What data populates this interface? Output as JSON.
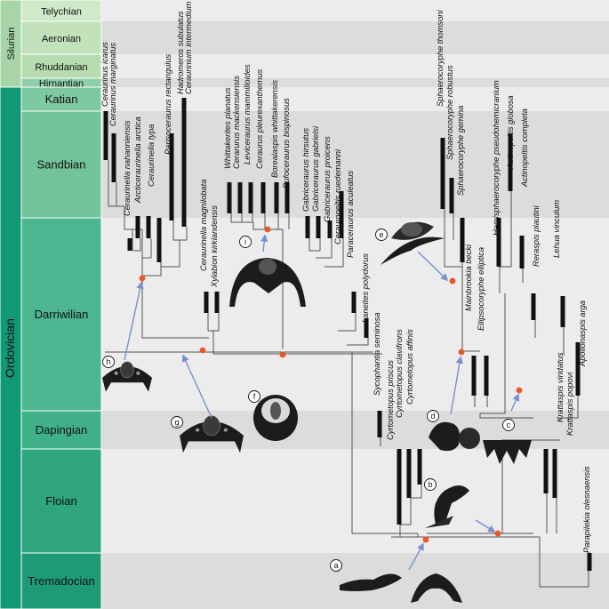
{
  "periods": [
    {
      "id": "silurian",
      "label": "Silurian",
      "color": "#a8d5a8"
    },
    {
      "id": "ordovician",
      "label": "Ordovician",
      "color": "#119874"
    }
  ],
  "stages": [
    {
      "id": "telychian",
      "label": "Telychian",
      "color": "#cfe9c9"
    },
    {
      "id": "aeronian",
      "label": "Aeronian",
      "color": "#c2e2bc"
    },
    {
      "id": "rhuddanian",
      "label": "Rhuddanian",
      "color": "#b6dcb0"
    },
    {
      "id": "hirnantian",
      "label": "Hirnantian",
      "color": "#8ccfa8"
    },
    {
      "id": "katian",
      "label": "Katian",
      "color": "#7fc9a1"
    },
    {
      "id": "sandbian",
      "label": "Sandbian",
      "color": "#73c39a"
    },
    {
      "id": "darriwilian",
      "label": "Darriwilian",
      "color": "#4db690"
    },
    {
      "id": "dapingian",
      "label": "Dapingian",
      "color": "#40b089"
    },
    {
      "id": "floian",
      "label": "Floian",
      "color": "#2fa67e"
    },
    {
      "id": "tremadocian",
      "label": "Tremadocian",
      "color": "#1e9b76"
    }
  ],
  "taxa": [
    "Ceraurinus icarus",
    "Ceraurinus marginatus",
    "Ceraurinella nahanniensis",
    "Arcticeraurinella arctica",
    "Ceraurinella typa",
    "Parisoceraurus rectangulus",
    "Hadromeros subulatus",
    "Ceraurinium intermedium",
    "Ceraurinella magnilobata",
    "Xylabion kirklandensis",
    "Whittakerites planatus",
    "Cerarurus mackensiensis",
    "Leviceraurus mammilloides",
    "Ceraurus pleurexanthemus",
    "Borealaspis whittakerensis",
    "Bufoceraurus bispinosus",
    "Gabriceraurus hirsutus",
    "Gabriceraurus gabrielsi",
    "Gabriceraurus proicens",
    "Cerauropeltis ruedemanni",
    "Paraceraurus aculeatus",
    "Laneites polydorus",
    "Sycophantia seminosa",
    "Cyrtometopus priscus",
    "Cyrtometopus clavifrons",
    "Cyrtometopus affinis",
    "Sphaerocoryphe thomsoni",
    "Sphaerocoryphe robustus",
    "Sphaerocoryphe gemina",
    "Mainbrookia becki",
    "Ellipsocoryphe elliptica",
    "Hemisphaerocoryphe pseudohemicranium",
    "Actinopeltis globosa",
    "Actinopeltis completa",
    "Reraspis plautini",
    "Lehua vinculum",
    "Krattaspis viridatus",
    "Krattaspis popovi",
    "Apollonaspis arga",
    "Parapilekia olesnaensis"
  ],
  "badges": [
    "a",
    "b",
    "c",
    "d",
    "e",
    "f",
    "g",
    "h",
    "i"
  ],
  "colors": {
    "node": "#e8562a",
    "arrow": "#7b8fd0",
    "range_bar": "#111111",
    "branch": "#555555",
    "band_light": "#ececec",
    "band_dark": "#dcdcdc"
  }
}
